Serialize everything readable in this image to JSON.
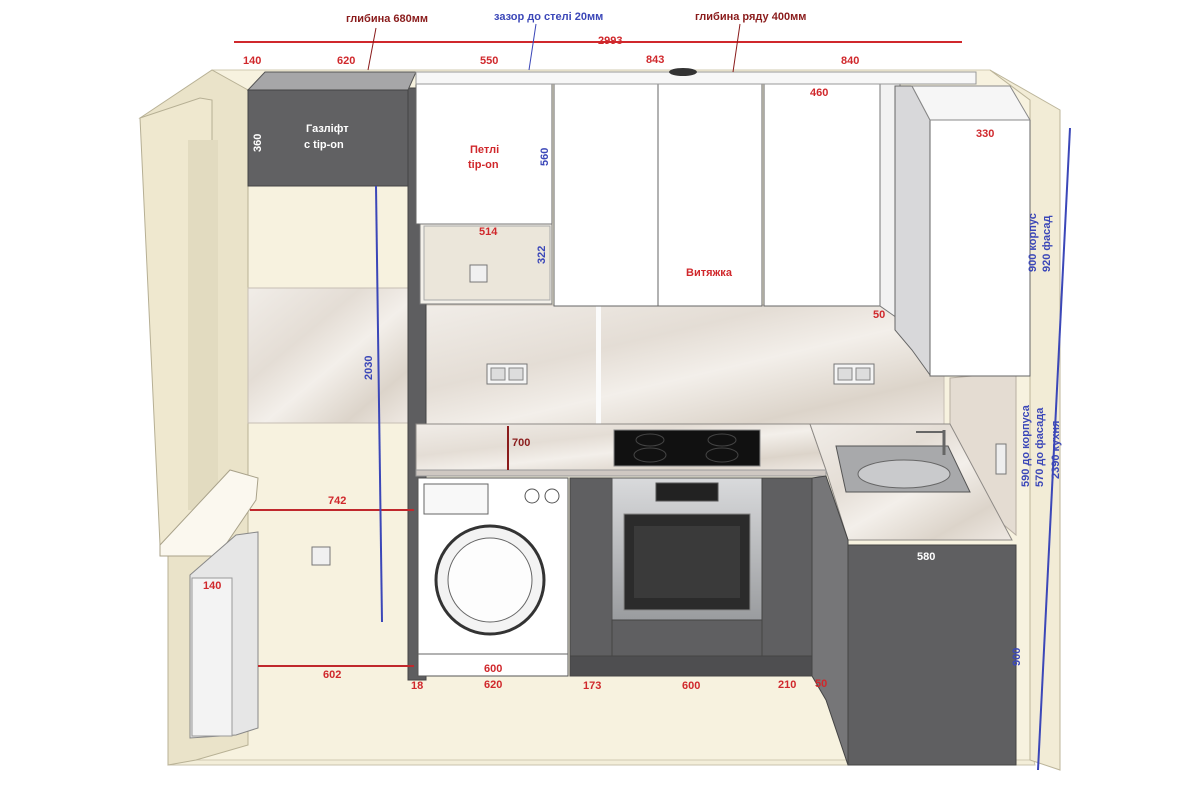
{
  "colors": {
    "wall": "#f4efdc",
    "floor": "#f3eed9",
    "cabinet_white": "#ffffff",
    "cabinet_dark": "#5f5f61",
    "countertop": "#ece6e0",
    "dim_red": "#d0282c",
    "dim_blue": "#3b47b8"
  },
  "top_notes": {
    "depth_680": "глибина 680мм",
    "ceiling_gap": "зазор до стелі 20мм",
    "row_depth": "глибина ряду 400мм"
  },
  "total_width": "2993",
  "upper_widths": {
    "d140": "140",
    "d620": "620",
    "d550": "550",
    "d843": "843",
    "d840": "840"
  },
  "labels": {
    "gaslift": [
      "Газліфт",
      "с tip-on"
    ],
    "hinges": [
      "Петлі",
      "tip-on"
    ],
    "hood": "Витяжка"
  },
  "dims": {
    "h360": "360",
    "h560": "560",
    "w514": "514",
    "h322": "322",
    "d460": "460",
    "d330": "330",
    "d50_upper": "50",
    "h2030": "2030",
    "h700": "700",
    "w742": "742",
    "w140_sill": "140",
    "w602": "602",
    "w18": "18",
    "w600_wm": "600",
    "w620": "620",
    "w173": "173",
    "w600_oven": "600",
    "w210": "210",
    "w50_bottom": "50",
    "w580": "580",
    "h900_base": "900"
  },
  "right_dims": {
    "carcass900": "900 корпус",
    "facade920": "920 фасад",
    "carcass590": "590 до корпуса",
    "facade570": "570 до фасада",
    "kitchen2390": "2390 кухня"
  }
}
